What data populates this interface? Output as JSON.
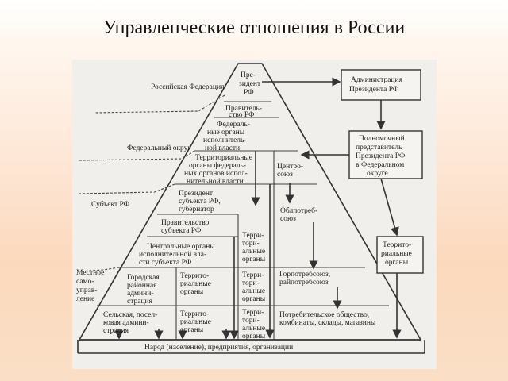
{
  "title": "Управленческие отношения в России",
  "levels": {
    "federation": "Российская Федерация",
    "district": "Федеральный округ",
    "subject": "Субъект РФ",
    "local": [
      "Местное",
      "само-",
      "управ-",
      "ление"
    ]
  },
  "pyramid": {
    "president": [
      "Пре-",
      "зидент",
      "РФ"
    ],
    "government": [
      "Правитель-",
      "ство РФ"
    ],
    "federal_organs": [
      "Федераль-",
      "ные органы",
      "исполнитель-",
      "ной власти"
    ],
    "territorial_federal": [
      "Территориальные",
      "органы федераль-",
      "ных органов испол-",
      "нительной власти"
    ],
    "centrosoyuz": [
      "Центро-",
      "союз"
    ],
    "subject_president": [
      "Президент",
      "субъекта РФ,",
      "губернатор"
    ],
    "subject_government": [
      "Правительство",
      "субъекта РФ"
    ],
    "subject_central": [
      "Центральные органы",
      "исполнительной вла-",
      "сти субъекта РФ"
    ],
    "territorial_1": [
      "Терри-",
      "тори-",
      "альные",
      "органы"
    ],
    "oblpotreb": [
      "Облпотреб-",
      "союз"
    ],
    "city_admin": [
      "Городская",
      "районная",
      "админи-",
      "страция"
    ],
    "territorial_2": [
      "Террито-",
      "риальные",
      "органы"
    ],
    "territorial_3": [
      "Терри-",
      "тори-",
      "альные",
      "органы"
    ],
    "gorpotreb": [
      "Горпотребсоюз,",
      "райпотребсоюз"
    ],
    "rural_admin": [
      "Сельская, посел-",
      "ковая админи-",
      "страция"
    ],
    "territorial_4": [
      "Террито-",
      "риальные",
      "органы"
    ],
    "territorial_5": [
      "Терри-",
      "тори-",
      "альные",
      "органы"
    ],
    "consumer": [
      "Потребительское общество,",
      "комбинаты, склады, магазины"
    ],
    "base": "Народ (население), предприятия, организации"
  },
  "side_boxes": {
    "administration": [
      "Администрация",
      "Президента РФ"
    ],
    "representative": [
      "Полномочный",
      "представитель",
      "Президента РФ",
      "в Федеральном",
      "округе"
    ],
    "territorial": [
      "Террито-",
      "риальные",
      "органы"
    ]
  }
}
